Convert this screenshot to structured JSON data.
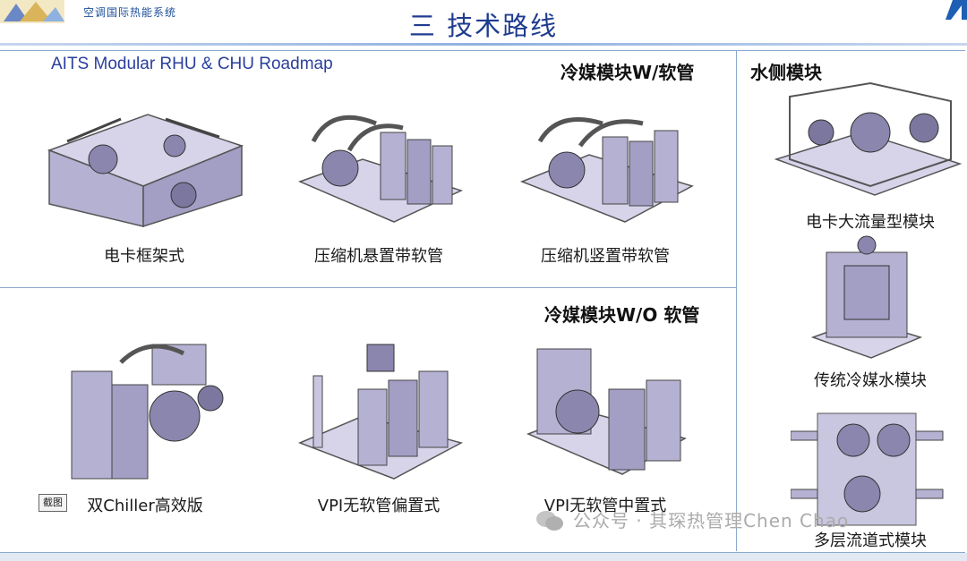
{
  "header": {
    "company": "空调国际热能系统",
    "title": "三 技术路线"
  },
  "roadmap_label": "AITS Modular RHU & CHU Roadmap",
  "sections": {
    "refrigerant_with_hose": "冷媒模块W/软管",
    "refrigerant_without_hose": "冷媒模块W/O 软管",
    "water_side": "水侧模块"
  },
  "modules": {
    "m1": "电卡框架式",
    "m2": "压缩机悬置带软管",
    "m3": "压缩机竖置带软管",
    "m4": "双Chiller高效版",
    "m5": "VPI无软管偏置式",
    "m6": "VPI无软管中置式",
    "w1": "电卡大流量型模块",
    "w2": "传统冷媒水模块",
    "w3": "多层流道式模块"
  },
  "screenshot_badge": "截图",
  "watermark": "公众号 · 其琛热管理Chen Chao",
  "colors": {
    "title_blue": "#1f3c8f",
    "border_blue": "#8aa9cf",
    "machine_purple": "#b9b5d6"
  }
}
